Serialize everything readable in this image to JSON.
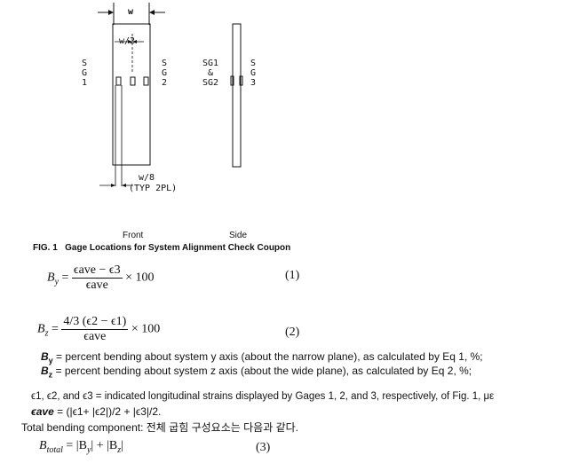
{
  "figure": {
    "dim_w": "w",
    "dim_half": "w/2",
    "dim_eighth": "w/8",
    "typ_note": "(TYP 2PL)",
    "sg1_label": [
      "S",
      "G",
      "1"
    ],
    "sg2_label": [
      "S",
      "G",
      "2"
    ],
    "sg3_label": [
      "S",
      "G",
      "3"
    ],
    "side_sg_label": [
      "SG1",
      "&",
      "SG2"
    ],
    "front_label": "Front",
    "side_label": "Side",
    "caption_num": "FIG. 1",
    "caption_text": "Gage Locations for System Alignment Check Coupon"
  },
  "eq1": {
    "lhs": "B",
    "lhs_sub": "y",
    "num": "ϵave − ϵ3",
    "den": "ϵave",
    "times": "× 100",
    "number": "(1)"
  },
  "eq2": {
    "lhs": "B",
    "lhs_sub": "z",
    "num": "4/3 (ϵ2 − ϵ1)",
    "den": "ϵave",
    "times": "× 100",
    "number": "(2)"
  },
  "defs": {
    "by_sym": "B",
    "by_sub": "y",
    "by_text": " = percent bending about system y axis (about the narrow plane), as calculated by Eq 1, %;",
    "bz_sym": "B",
    "bz_sub": "z",
    "bz_text": " = percent bending about system z axis (about the wide plane), as calculated by Eq 2, %;",
    "eps_line": "ϵ1, ϵ2, and ϵ3 = indicated longitudinal strains displayed by Gages 1, 2, and 3, respectively, of Fig. 1, με",
    "eave_sym": "ϵave",
    "eave_text": " = (|ϵ1+ |ϵ2|)/2 + |ϵ3|/2.",
    "total_line": "Total bending component: 전체 굽힘 구성요소는 다음과 같다."
  },
  "eq3": {
    "lhs": "B",
    "lhs_sub": "total",
    "rhs": " = |B",
    "rhs_sub1": "y",
    "rhs_mid": "| + |B",
    "rhs_sub2": "z",
    "rhs_end": "|",
    "number": "(3)"
  }
}
